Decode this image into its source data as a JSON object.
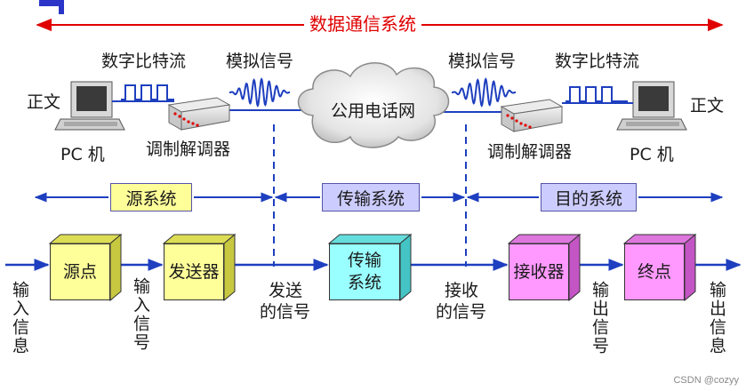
{
  "title": "数据通信系统",
  "top_labels": {
    "digital_left": "数字比特流",
    "analog_left": "模拟信号",
    "analog_right": "模拟信号",
    "digital_right": "数字比特流",
    "text_left": "正文",
    "text_right": "正文",
    "pc_left": "PC 机",
    "pc_right": "PC 机",
    "modem_left": "调制解调器",
    "modem_right": "调制解调器",
    "cloud": "公用电话网"
  },
  "systems": {
    "source": "源系统",
    "transmission": "传输系统",
    "destination": "目的系统"
  },
  "blocks": {
    "source_point": "源点",
    "transmitter": "发送器",
    "transmission_l1": "传输",
    "transmission_l2": "系统",
    "receiver": "接收器",
    "destination_point": "终点"
  },
  "signals": {
    "input_info": "输入信息",
    "input_signal": "输入信号",
    "sent_l1": "发送",
    "sent_l2": "的信号",
    "recv_l1": "接收",
    "recv_l2": "的信号",
    "output_signal": "输出信号",
    "output_info": "输出信息"
  },
  "watermark": "CSDN @cozyy",
  "colors": {
    "title_red": "#e00000",
    "yellow_block": "#ffff99",
    "cyan_block": "#99ffff",
    "pink_block": "#ff99ff",
    "system_box": "#ccccff",
    "arrow_blue": "#1e3fbf"
  }
}
